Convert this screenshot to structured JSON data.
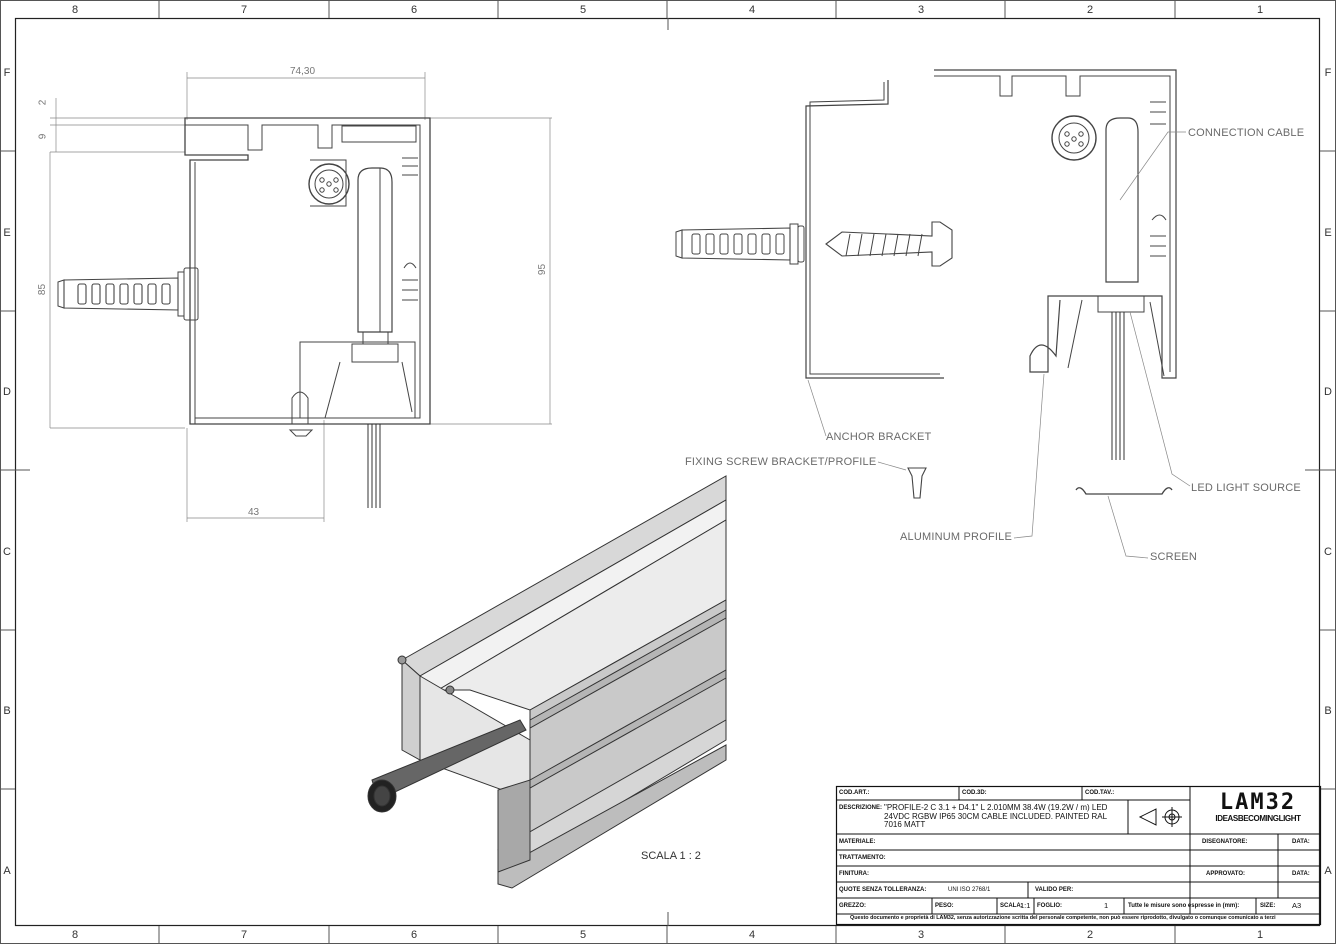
{
  "zones": {
    "columns": [
      "8",
      "7",
      "6",
      "5",
      "4",
      "3",
      "2",
      "1"
    ],
    "rows": [
      "F",
      "E",
      "D",
      "C",
      "B",
      "A"
    ]
  },
  "dimensions": {
    "width_top": "74,30",
    "top_small_a": "2",
    "top_small_b": "9",
    "left_height": "85",
    "right_height": "95",
    "bottom_width": "43"
  },
  "callouts": {
    "connection_cable": "CONNECTION CABLE",
    "anchor_bracket": "ANCHOR BRACKET",
    "fixing_screw": "FIXING SCREW BRACKET/PROFILE",
    "led_light_source": "LED LIGHT SOURCE",
    "aluminum_profile": "ALUMINUM PROFILE",
    "screen": "SCREEN"
  },
  "scale_label": "SCALA 1 : 2",
  "title_block": {
    "cod_art": "COD.ART.:",
    "cod_3d": "COD.3D:",
    "cod_tav": "COD.TAV.:",
    "descrizione_label": "DESCRIZIONE:",
    "descrizione": "\"PROFILE-2 C 3.1 + D4.1\" L 2.010MM 38.4W (19.2W / m) LED 24VDC RGBW IP65 30CM CABLE INCLUDED. PAINTED RAL 7016 MATT",
    "materiale": "MATERIALE:",
    "trattamento": "TRATTAMENTO:",
    "finitura": "FINITURA:",
    "quote_label": "QUOTE SENZA TOLLERANZA:",
    "quote_value": "UNI ISO 2768/1",
    "valido_per": "VALIDO PER:",
    "grezzo": "GREZZO:",
    "peso": "PESO:",
    "scala_label": "SCALA:",
    "scala_value": "1:1",
    "foglio_label": "FOGLIO:",
    "foglio_value": "1",
    "misure": "Tutte le misure sono espresse in (mm):",
    "size_label": "SIZE:",
    "size_value": "A3",
    "disegnatore": "DISEGNATORE:",
    "data1": "DATA:",
    "approvato": "APPROVATO:",
    "data2": "DATA:",
    "footer": "Questo documento e proprietà di LAM32, senza autorizzazione scritta del personale competente, non può essere riprodotto, divulgato o comunque comunicato a terzi",
    "logo_top": "LAM32",
    "logo_sub": "IDEASBECOMINGLIGHT"
  }
}
